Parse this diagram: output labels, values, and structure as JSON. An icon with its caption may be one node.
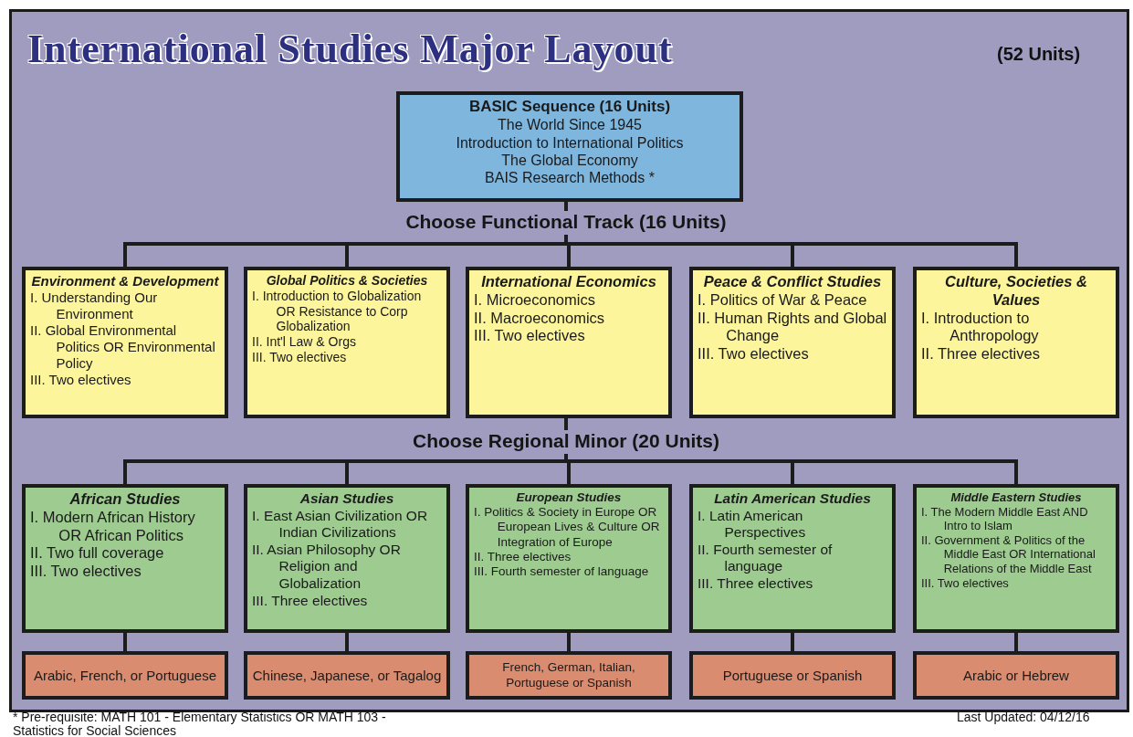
{
  "diagram": {
    "title": "International Studies Major Layout",
    "nodes": [
      {
        "text": [
          "BASIC Sequence (16 Units)",
          "The World Since 1945",
          "Introduction to International Politics",
          "The Global Economy",
          "BAIS Research Methods *"
        ]
      },
      {
        "text": [
          "Choose Functional Track (16 Units)"
        ]
      },
      {
        "text": [
          "Environment & Development",
          "I. Understanding Our Environment",
          "II. Global Environmental Politics OR Environmental Policy",
          "III. Two electives"
        ]
      },
      {
        "text": [
          "Global Politics & Societies",
          "I. Introduction to Globalization OR Resistance to Corp Globalization",
          "II. Int'l Law & Orgs",
          "III. Two electives"
        ]
      },
      {
        "text": [
          "International Economics",
          "I. Microeconomics",
          "II. Macroeconomics",
          "III. Two electives"
        ]
      },
      {
        "text": [
          "Peace & Conflict Studies",
          "I. Politics of War & Peace",
          "II. Human Rights and Global Change",
          "III. Two electives"
        ]
      },
      {
        "text": [
          "Culture, Societies & Values",
          "I. Introduction to Anthropology",
          "II. Three electives"
        ]
      },
      {
        "text": [
          "Choose Regional Minor (20 Units)"
        ]
      },
      {
        "text": [
          "African Studies",
          "I. Modern African History OR African Politics",
          "II. Two full coverage",
          "III. Two electives"
        ]
      },
      {
        "text": [
          "Asian Studies",
          "I. East Asian Civilization OR Indian Civilizations",
          "II. Asian Philosophy OR Religion and Globalization",
          "III. Three electives"
        ]
      },
      {
        "text": [
          "European Studies",
          "I. Politics & Society in Europe OR European Lives & Culture OR Integration of Europe",
          "II. Three electives",
          "III. Fourth semester of language"
        ]
      },
      {
        "text": [
          "Latin American Studies",
          "I. Latin American Perspectives",
          "II. Fourth semester of language",
          "III. Three electives"
        ]
      },
      {
        "text": [
          "Middle Eastern Studies",
          "I. The Modern Middle East AND Intro to Islam",
          "II. Government & Politics of the Middle East OR International Relations of the Middle East",
          "III. Two electives"
        ]
      },
      {
        "text": [
          "Arabic, French, or Portuguese"
        ]
      },
      {
        "text": [
          "Chinese, Japanese, or Tagalog"
        ]
      },
      {
        "text": [
          "French, German, Italian, Portuguese or Spanish"
        ]
      },
      {
        "text": [
          "Portuguese or Spanish"
        ]
      },
      {
        "text": [
          "Arabic or Hebrew"
        ]
      }
    ],
    "edges": [
      {
        "from": 0,
        "to": 1,
        "arrow": "none"
      },
      {
        "from": 1,
        "to": 2,
        "arrow": "none"
      },
      {
        "from": 1,
        "to": 3,
        "arrow": "none"
      },
      {
        "from": 1,
        "to": 4,
        "arrow": "none"
      },
      {
        "from": 1,
        "to": 5,
        "arrow": "none"
      },
      {
        "from": 1,
        "to": 6,
        "arrow": "none"
      },
      {
        "from": 4,
        "to": 7,
        "arrow": "none"
      },
      {
        "from": 7,
        "to": 8,
        "arrow": "none"
      },
      {
        "from": 7,
        "to": 9,
        "arrow": "none"
      },
      {
        "from": 7,
        "to": 10,
        "arrow": "none"
      },
      {
        "from": 7,
        "to": 11,
        "arrow": "none"
      },
      {
        "from": 7,
        "to": 12,
        "arrow": "none"
      },
      {
        "from": 8,
        "to": 13,
        "arrow": "none"
      },
      {
        "from": 9,
        "to": 14,
        "arrow": "none"
      },
      {
        "from": 10,
        "to": 15,
        "arrow": "none"
      },
      {
        "from": 11,
        "to": 16,
        "arrow": "none"
      },
      {
        "from": 12,
        "to": 17,
        "arrow": "none"
      }
    ],
    "labels": [
      "(52 Units)",
      "* Pre-requisite: MATH 101 - Elementary Statistics OR MATH 103 - Statistics for Social Sciences",
      "Last Updated: 04/12/16"
    ]
  }
}
